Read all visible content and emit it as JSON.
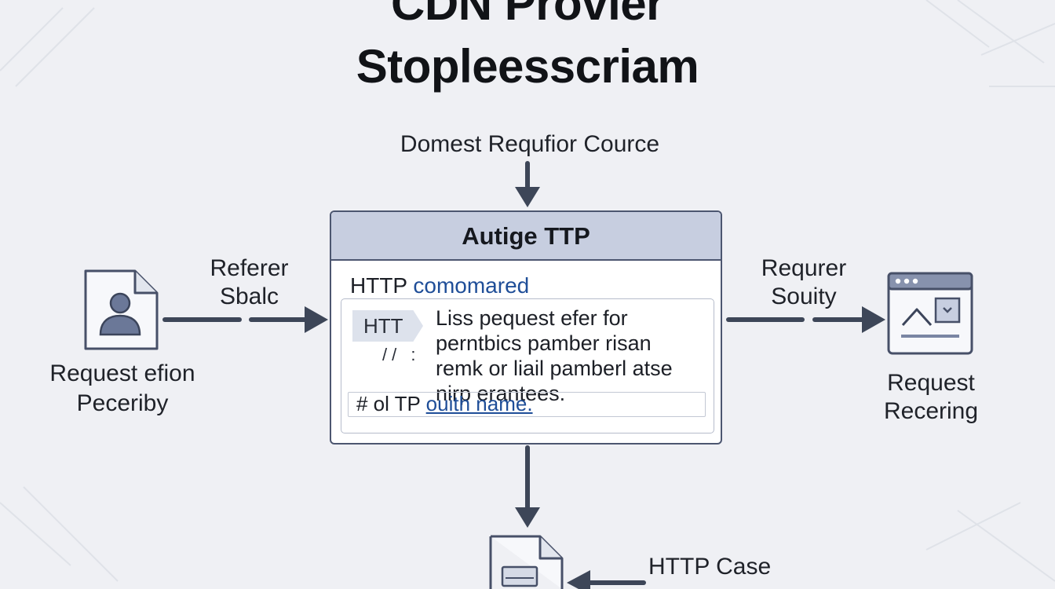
{
  "title": {
    "line1": "CDN Provier",
    "line2": "Stopleesscriam"
  },
  "source_label": "Domest Requfior Cource",
  "panel": {
    "header": "Autige TTP",
    "line_prefix": "HTTP",
    "line_accent": "comomared",
    "tag": "HTT",
    "tag_marks": "// :",
    "description": [
      "Liss pequest efer for",
      "perntbics pamber risan",
      "remk or liail pamberl atse",
      "nirp erantees."
    ],
    "footer_prefix": "# ol TP",
    "footer_link": "ouith name."
  },
  "left": {
    "arrow_label_1": "Referer",
    "arrow_label_2": "Sbalc",
    "node_label_1": "Request efion",
    "node_label_2": "Peceriby",
    "icon": "user-document-icon"
  },
  "right": {
    "arrow_label_1": "Requrer",
    "arrow_label_2": "Souity",
    "node_label_1": "Request",
    "node_label_2": "Recering",
    "icon": "browser-window-icon"
  },
  "bottom": {
    "label_1": "HTTP Case",
    "icon": "document-icon"
  },
  "colors": {
    "background": "#eff0f4",
    "accent_blue": "#1f4e98",
    "panel_header": "#c7cee0",
    "stroke": "#3d4658"
  }
}
